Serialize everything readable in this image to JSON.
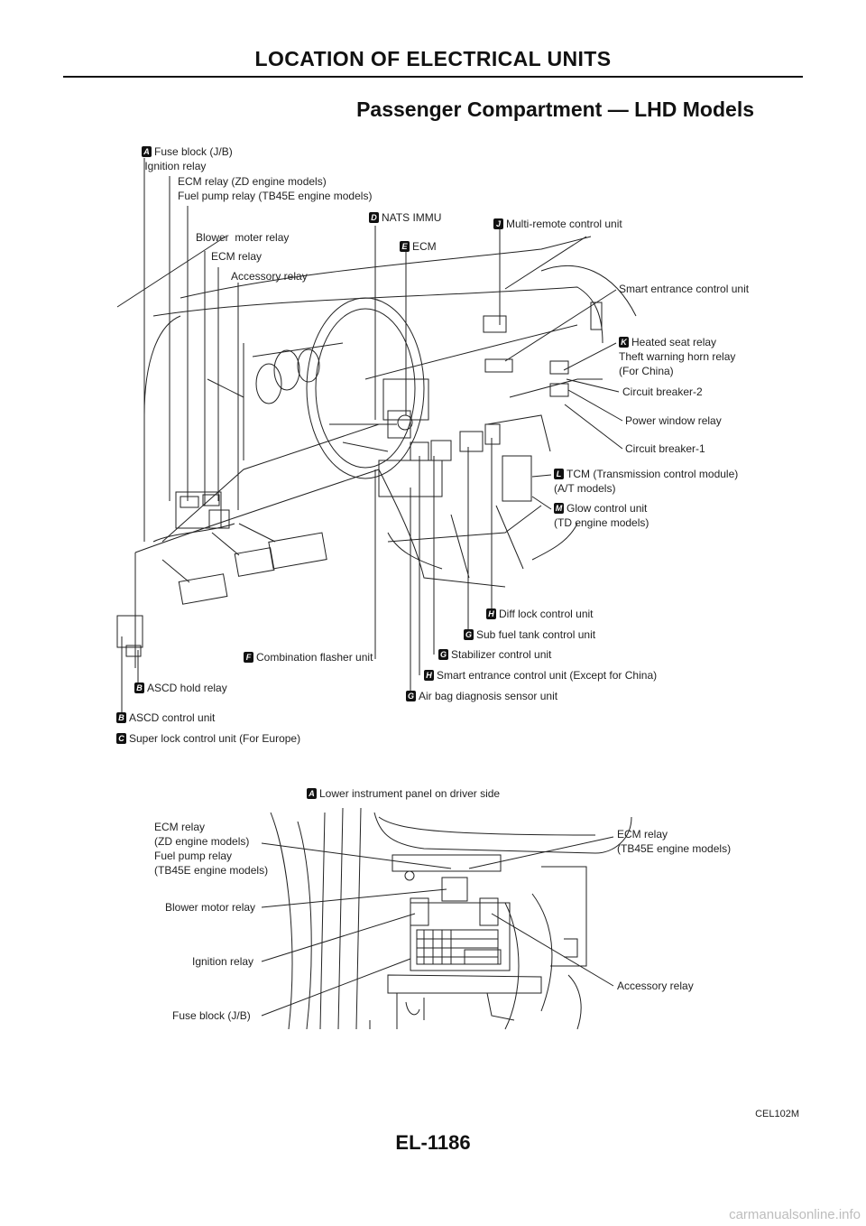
{
  "header": "LOCATION OF ELECTRICAL UNITS",
  "title": "Passenger Compartment — LHD Models",
  "callouts": [
    {
      "badge": "A",
      "text": "Fuse block (J/B)\n Ignition relay"
    },
    {
      "badge": "",
      "text": "ECM relay (ZD engine models)\nFuel pump relay (TB45E engine models)"
    },
    {
      "badge": "",
      "text": "Blower  moter relay"
    },
    {
      "badge": "",
      "text": "ECM relay"
    },
    {
      "badge": "",
      "text": "Accessory relay"
    },
    {
      "badge": "D",
      "text": "NATS IMMU"
    },
    {
      "badge": "E",
      "text": "ECM"
    },
    {
      "badge": "J",
      "text": "Multi-remote control unit"
    },
    {
      "badge": "",
      "text": "Smart entrance control unit"
    },
    {
      "badge": "K",
      "text": "Heated seat relay\nTheft warning horn relay\n(For China)"
    },
    {
      "badge": "",
      "text": "Circuit breaker-2"
    },
    {
      "badge": "",
      "text": "Power window relay"
    },
    {
      "badge": "",
      "text": "Circuit breaker-1"
    },
    {
      "badge": "L",
      "text": "TCM (Transmission control module)\n(A/T models)"
    },
    {
      "badge": "M",
      "text": "Glow control unit\n(TD engine models)"
    },
    {
      "badge": "H",
      "text": "Diff lock control unit"
    },
    {
      "badge": "G",
      "text": "Sub fuel tank control unit"
    },
    {
      "badge": "G",
      "text": "Stabilizer control unit"
    },
    {
      "badge": "F",
      "text": "Combination flasher unit"
    },
    {
      "badge": "H",
      "text": "Smart entrance control unit (Except for China)"
    },
    {
      "badge": "B",
      "text": "ASCD hold relay"
    },
    {
      "badge": "G",
      "text": "Air bag diagnosis sensor unit"
    },
    {
      "badge": "B",
      "text": "ASCD control unit"
    },
    {
      "badge": "C",
      "text": "Super lock control unit (For Europe)"
    }
  ],
  "detail": {
    "caption_badge": "A",
    "caption": "Lower instrument panel on driver side",
    "labels": [
      "ECM relay\n(ZD engine models)\nFuel pump relay\n(TB45E engine models)",
      "Blower motor relay",
      "Ignition relay",
      "Fuse block (J/B)",
      "ECM relay\n(TB45E engine models)",
      "Accessory relay"
    ]
  },
  "figure_ref": "CEL102M",
  "page_number": "EL-1186",
  "watermark": "carmanualsonline.info"
}
